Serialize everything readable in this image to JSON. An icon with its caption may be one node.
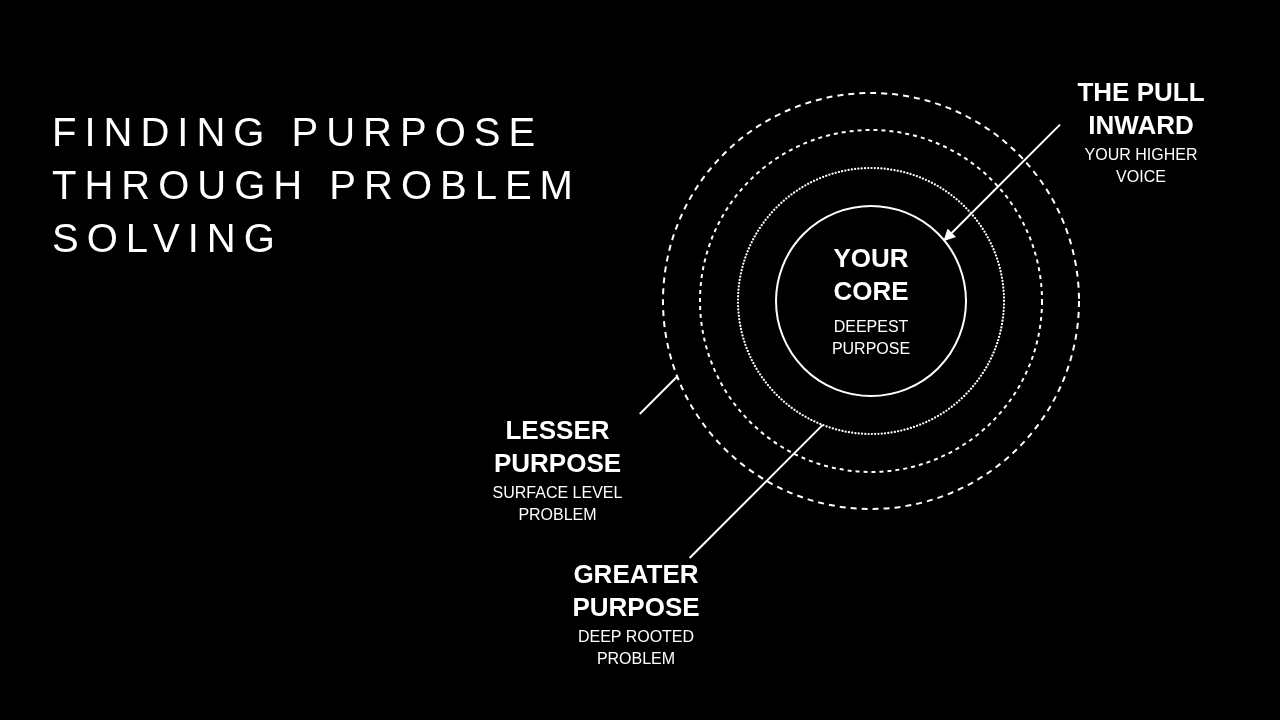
{
  "diagram": {
    "title": "FINDING PURPOSE THROUGH PROBLEM SOLVING",
    "nodes": [
      {
        "text": [],
        "shape": "circle"
      },
      {
        "text": [],
        "shape": "circle",
        "in": 0
      },
      {
        "text": [],
        "shape": "circle",
        "in": 1
      },
      {
        "text": [
          "YOUR CORE",
          "DEEPEST PURPOSE"
        ],
        "in": 2
      },
      {
        "text": [
          "THE PULL INWARD",
          "YOUR HIGHER VOICE"
        ]
      },
      {
        "text": [
          "LESSER PURPOSE",
          "SURFACE LEVEL PROBLEM"
        ]
      },
      {
        "text": [
          "GREATER PURPOSE",
          "DEEP ROOTED PROBLEM"
        ]
      }
    ],
    "edges": [
      {
        "from": 4,
        "to": 3,
        "arrow": "to"
      },
      {
        "from": 5,
        "to": 0,
        "arrow": "none"
      },
      {
        "from": 6,
        "to": 2,
        "arrow": "none"
      }
    ]
  }
}
